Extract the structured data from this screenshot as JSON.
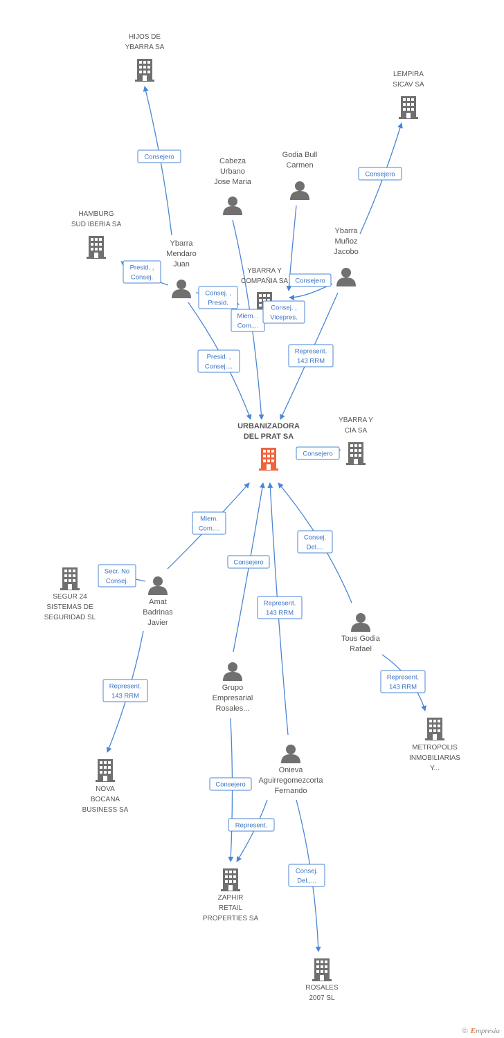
{
  "colors": {
    "edge": "#4a86d4",
    "icon_gray": "#707070",
    "central": "#f0643c",
    "label_text": "#3a74c4"
  },
  "nodes": [
    {
      "id": "urbanizadora",
      "type": "company",
      "central": true,
      "lines": [
        "URBANIZADORA",
        "DEL PRAT SA"
      ]
    },
    {
      "id": "hijos",
      "type": "company",
      "lines": [
        "HIJOS DE",
        "YBARRA SA"
      ]
    },
    {
      "id": "lempira",
      "type": "company",
      "lines": [
        "LEMPIRA",
        "SICAV SA"
      ]
    },
    {
      "id": "hamburg",
      "type": "company",
      "lines": [
        "HAMBURG",
        "SUD IBERIA SA"
      ]
    },
    {
      "id": "ybarracompania",
      "type": "company",
      "lines": [
        "YBARRA Y",
        "COMPAÑIA SA"
      ]
    },
    {
      "id": "ybarracia",
      "type": "company",
      "lines": [
        "YBARRA Y",
        "CIA SA"
      ]
    },
    {
      "id": "segur",
      "type": "company",
      "lines": [
        "SEGUR 24",
        "SISTEMAS DE",
        "SEGURIDAD  SL"
      ]
    },
    {
      "id": "nova",
      "type": "company",
      "lines": [
        "NOVA",
        "BOCANA",
        "BUSINESS SA"
      ]
    },
    {
      "id": "zaphir",
      "type": "company",
      "lines": [
        "ZAPHIR",
        "RETAIL",
        "PROPERTIES SA"
      ]
    },
    {
      "id": "metropolis",
      "type": "company",
      "lines": [
        "METROPOLIS",
        "INMOBILIARIAS",
        "Y..."
      ]
    },
    {
      "id": "rosales",
      "type": "company",
      "lines": [
        "ROSALES",
        "2007 SL"
      ]
    },
    {
      "id": "cabeza",
      "type": "person",
      "lines": [
        "Cabeza",
        "Urbano",
        "Jose Maria"
      ]
    },
    {
      "id": "godia",
      "type": "person",
      "lines": [
        "Godia Bull",
        "Carmen"
      ]
    },
    {
      "id": "ybarramendaro",
      "type": "person",
      "lines": [
        "Ybarra",
        "Mendaro",
        "Juan"
      ]
    },
    {
      "id": "ybarramunoz",
      "type": "person",
      "lines": [
        "Ybarra",
        "Muñoz",
        "Jacobo"
      ]
    },
    {
      "id": "amat",
      "type": "person",
      "lines": [
        "Amat",
        "Badrinas",
        "Javier"
      ]
    },
    {
      "id": "tous",
      "type": "person",
      "lines": [
        "Tous Godia",
        "Rafael"
      ]
    },
    {
      "id": "grupo",
      "type": "person",
      "lines": [
        "Grupo",
        "Empresarial",
        "Rosales..."
      ]
    },
    {
      "id": "onieva",
      "type": "person",
      "lines": [
        "Onieva",
        "Aguirregomezcorta",
        "Fernando"
      ]
    }
  ],
  "edges": [
    {
      "id": "e1",
      "lines": [
        "Consejero"
      ]
    },
    {
      "id": "e2",
      "lines": [
        "Presid. ,",
        "Consej."
      ]
    },
    {
      "id": "e3",
      "lines": [
        "Consej. ,",
        "Presid."
      ]
    },
    {
      "id": "e4",
      "lines": [
        "Presid. ,",
        "Consej...."
      ]
    },
    {
      "id": "e5",
      "lines": [
        "Miem. .",
        "Com...."
      ]
    },
    {
      "id": "e6",
      "lines": [
        "Consejero"
      ]
    },
    {
      "id": "e7",
      "lines": [
        "Consej. ,",
        "Vicepres."
      ]
    },
    {
      "id": "e8",
      "lines": [
        "Consejero"
      ]
    },
    {
      "id": "e9",
      "lines": [
        "Represent.",
        "143 RRM"
      ]
    },
    {
      "id": "e10",
      "lines": [
        "Consejero"
      ]
    },
    {
      "id": "e11",
      "lines": [
        "Miem.",
        "Com...."
      ]
    },
    {
      "id": "e12",
      "lines": [
        "Secr.  No",
        "Consej."
      ]
    },
    {
      "id": "e13",
      "lines": [
        "Represent.",
        "143 RRM"
      ]
    },
    {
      "id": "e14",
      "lines": [
        "Consejero"
      ]
    },
    {
      "id": "e15",
      "lines": [
        "Represent.",
        "143 RRM"
      ]
    },
    {
      "id": "e16",
      "lines": [
        "Consej.",
        "Del...."
      ]
    },
    {
      "id": "e17",
      "lines": [
        "Represent.",
        "143 RRM"
      ]
    },
    {
      "id": "e18",
      "lines": [
        "Consejero"
      ]
    },
    {
      "id": "e19",
      "lines": [
        "Represent."
      ]
    },
    {
      "id": "e20",
      "lines": [
        "Consej.",
        "Del.,..."
      ]
    }
  ],
  "watermark": {
    "copyright": "©",
    "brand_initial": "E",
    "brand_rest": "mpresia"
  }
}
